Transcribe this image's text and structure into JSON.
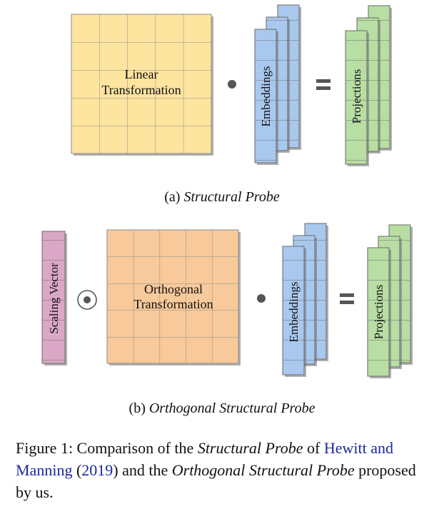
{
  "panel_a": {
    "matrix_label_line1": "Linear",
    "matrix_label_line2": "Transformation",
    "embeddings_label": "Embeddings",
    "projections_label": "Projections",
    "sublabel_prefix": "(a) ",
    "sublabel_title": "Structural Probe"
  },
  "panel_b": {
    "scaling_label": "Scaling Vector",
    "matrix_label_line1": "Orthogonal",
    "matrix_label_line2": "Transformation",
    "embeddings_label": "Embeddings",
    "projections_label": "Projections",
    "sublabel_prefix": "(b) ",
    "sublabel_title": "Orthogonal Structural Probe"
  },
  "caption": {
    "lead": "Figure 1:  Comparison of the ",
    "term1": "Structural Probe",
    "mid1": " of ",
    "cite_author": "Hewitt and Manning",
    "mid2": " (",
    "cite_year": "2019",
    "mid3": ") and the ",
    "term2": "Orthogonal Structural Probe",
    "tail": " proposed by us."
  },
  "colors": {
    "linear_fill": "#fde49f",
    "orthogonal_fill": "#f8c99a",
    "embeddings_fill": "#a9c8ee",
    "projections_fill": "#b8dea3",
    "scaling_fill": "#dba7c6",
    "grid_line": "#8d8d8d",
    "shadow": "#6e6e6e",
    "citation": "#1a2a9c"
  }
}
